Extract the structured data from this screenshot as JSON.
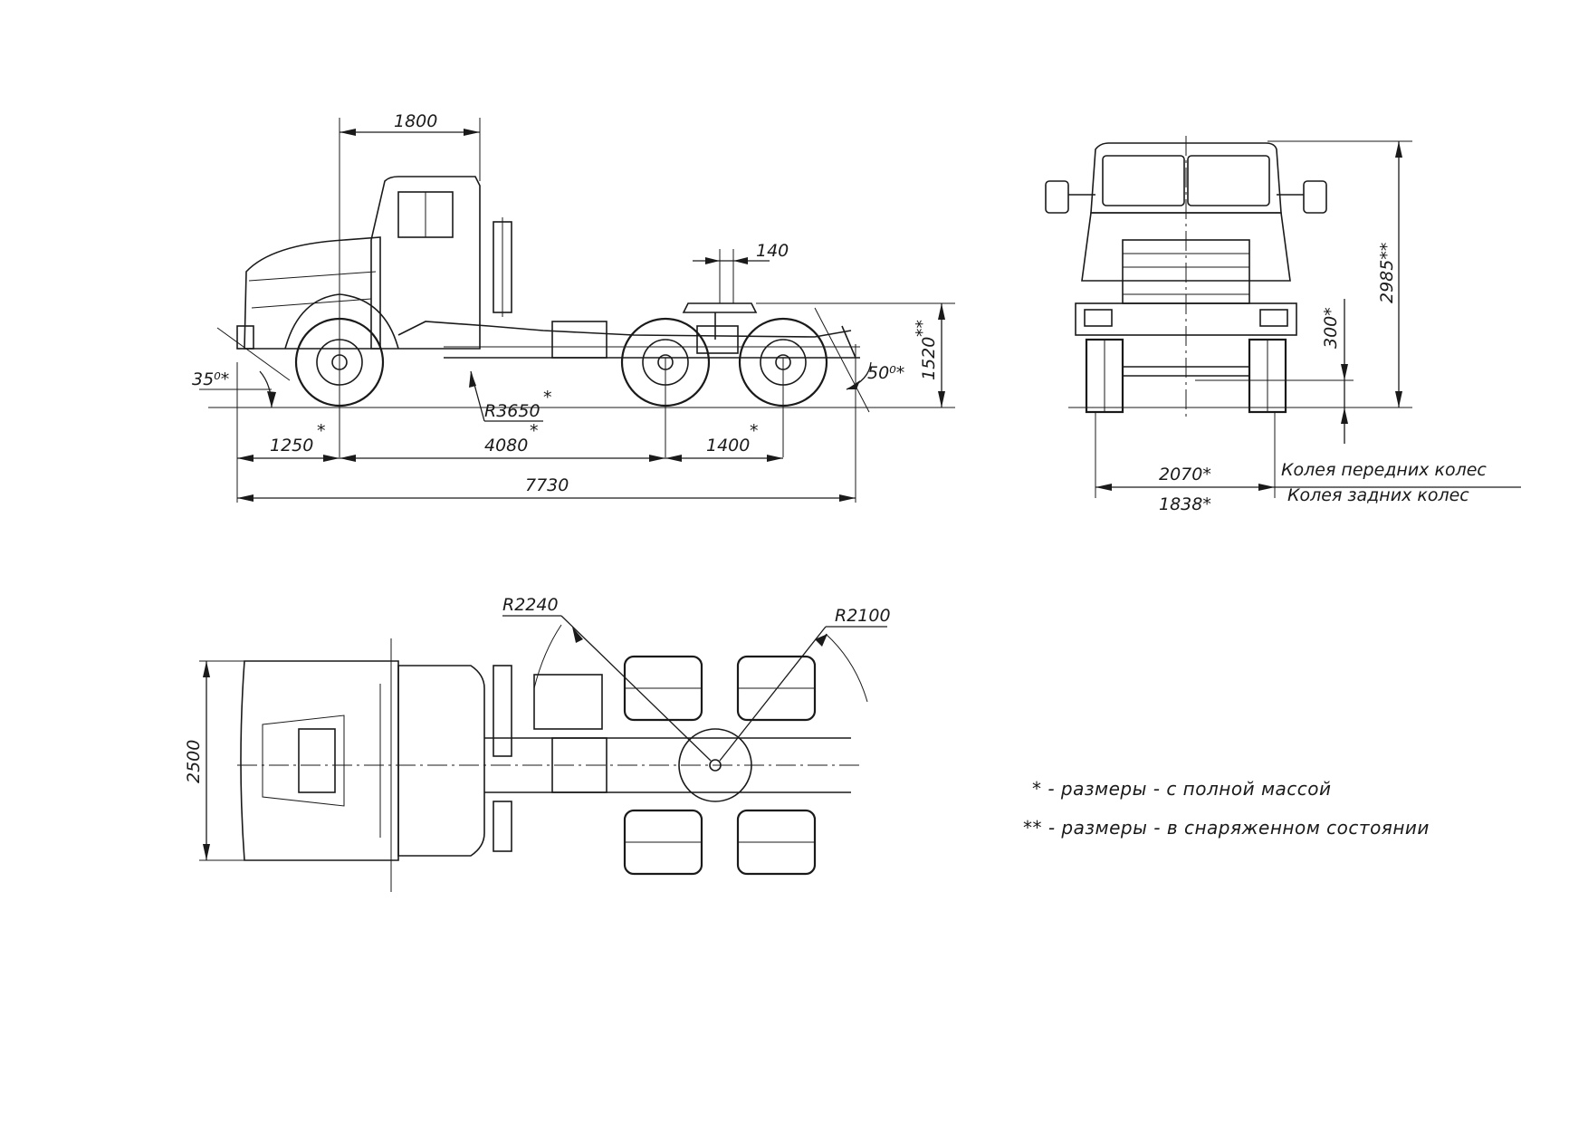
{
  "side_view": {
    "dim_cab_length": "1800",
    "dim_fifth_wheel_offset": "140",
    "dim_fifth_wheel_height": "1520",
    "dim_fifth_wheel_height_mark": "**",
    "angle_front": "35⁰*",
    "angle_rear": "50⁰*",
    "radius_turn": "R3650",
    "radius_turn_mark": "*",
    "dim_front_overhang": "1250",
    "dim_front_overhang_mark": "*",
    "dim_wheelbase": "4080",
    "dim_wheelbase_mark": "*",
    "dim_bogie_base": "1400",
    "dim_bogie_base_mark": "*",
    "dim_overall_length": "7730"
  },
  "front_view": {
    "dim_height": "2985**",
    "dim_ground_clearance": "300*",
    "dim_front_track": "2070*",
    "dim_rear_track": "1838*",
    "label_front_track": "Колея передних колес",
    "label_rear_track": "Колея задних колес"
  },
  "top_view": {
    "dim_width": "2500",
    "radius_front": "R2240",
    "radius_rear": "R2100"
  },
  "notes": {
    "note_full_mass": "* - размеры - с полной массой",
    "note_curb": "** - размеры - в снаряженном состоянии"
  }
}
